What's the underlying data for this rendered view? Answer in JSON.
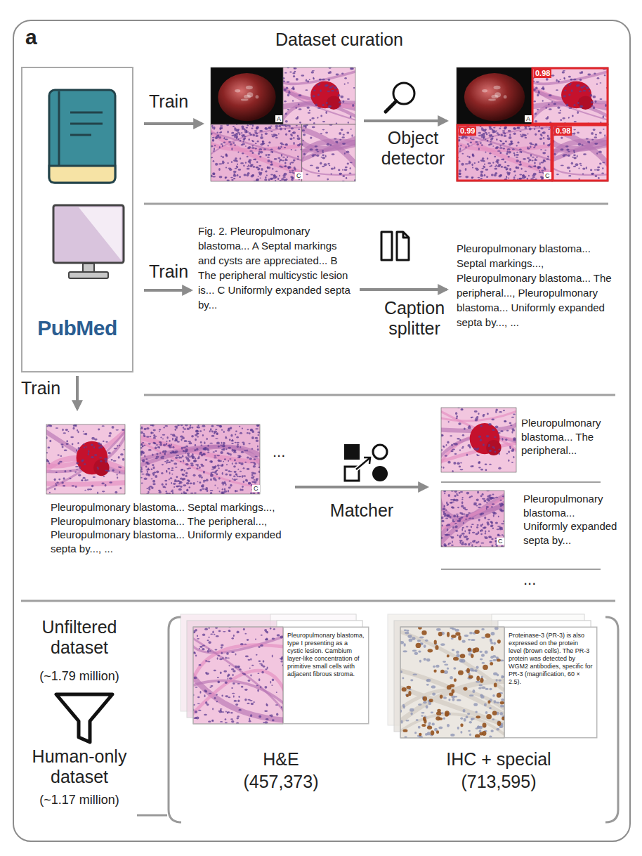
{
  "diagram": {
    "nodes": [
      {
        "text": [
          "a",
          "Dataset curation"
        ]
      },
      {
        "text": [
          "PubMed"
        ],
        "in": 0
      },
      {
        "text": [
          "Pleuropulmonary blastoma, type I presenting as a cystic lesion. Cambium layer-like concentration of primitive small cells with adjacent fibrous stroma."
        ],
        "in": 0
      },
      {
        "text": [
          "Proteinase-3 (PR-3) is also expressed on the protein level (brown cells). The PR-3 protein was detected by WGM2 antibodies, specific for PR-3 (magnification, 60 × 2.5)."
        ],
        "in": 0
      }
    ],
    "labels": [
      "Train",
      "A",
      "C",
      "Object detector",
      "0.98",
      "0.99",
      "0.98",
      "A",
      "C",
      "Train",
      "Fig. 2. Pleuropulmonary blastoma... A Septal markings and cysts are appreciated... B The peripheral multicystic lesion is... C Uniformly expanded septa by...",
      "Caption splitter",
      "Pleuropulmonary blastoma... Septal markings..., Pleuropulmonary blastoma... The peripheral..., Pleuropulmonary blastoma... Uniformly expanded septa by..., ...",
      "Train",
      "C",
      "...",
      "Pleuropulmonary blastoma... Septal markings..., Pleuropulmonary blastoma... The peripheral..., Pleuropulmonary blastoma... Uniformly expanded septa by..., ...",
      "Matcher",
      "Pleuropulmonary blastoma... The peripheral...",
      "C",
      "Pleuropulmonary blastoma... Uniformly expanded septa by...",
      "...",
      "Unfiltered dataset",
      "(~1.79 million)",
      "Human-only dataset",
      "(~1.17 million)",
      "H&E",
      "(457,373)",
      "IHC + special",
      "(713,595)"
    ]
  }
}
